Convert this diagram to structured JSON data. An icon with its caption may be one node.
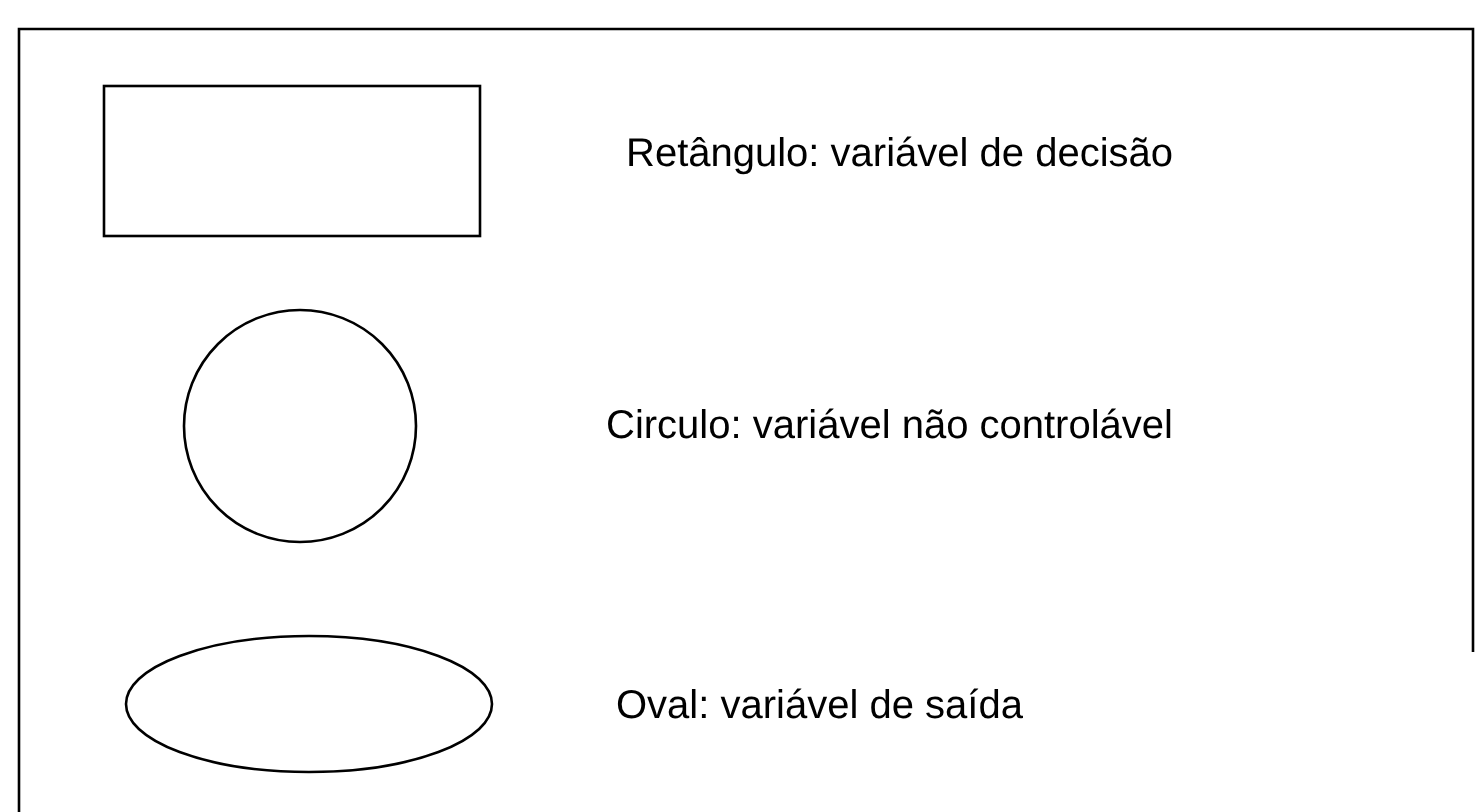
{
  "diagram": {
    "nodes": [
      {
        "text": [],
        "shape": "box"
      },
      {
        "text": [],
        "shape": "circle"
      },
      {
        "text": [],
        "shape": "oval"
      }
    ],
    "labels": [
      "Retângulo: variável de decisão",
      "Circulo: variável não controlável",
      "Oval: variável de saída"
    ]
  }
}
